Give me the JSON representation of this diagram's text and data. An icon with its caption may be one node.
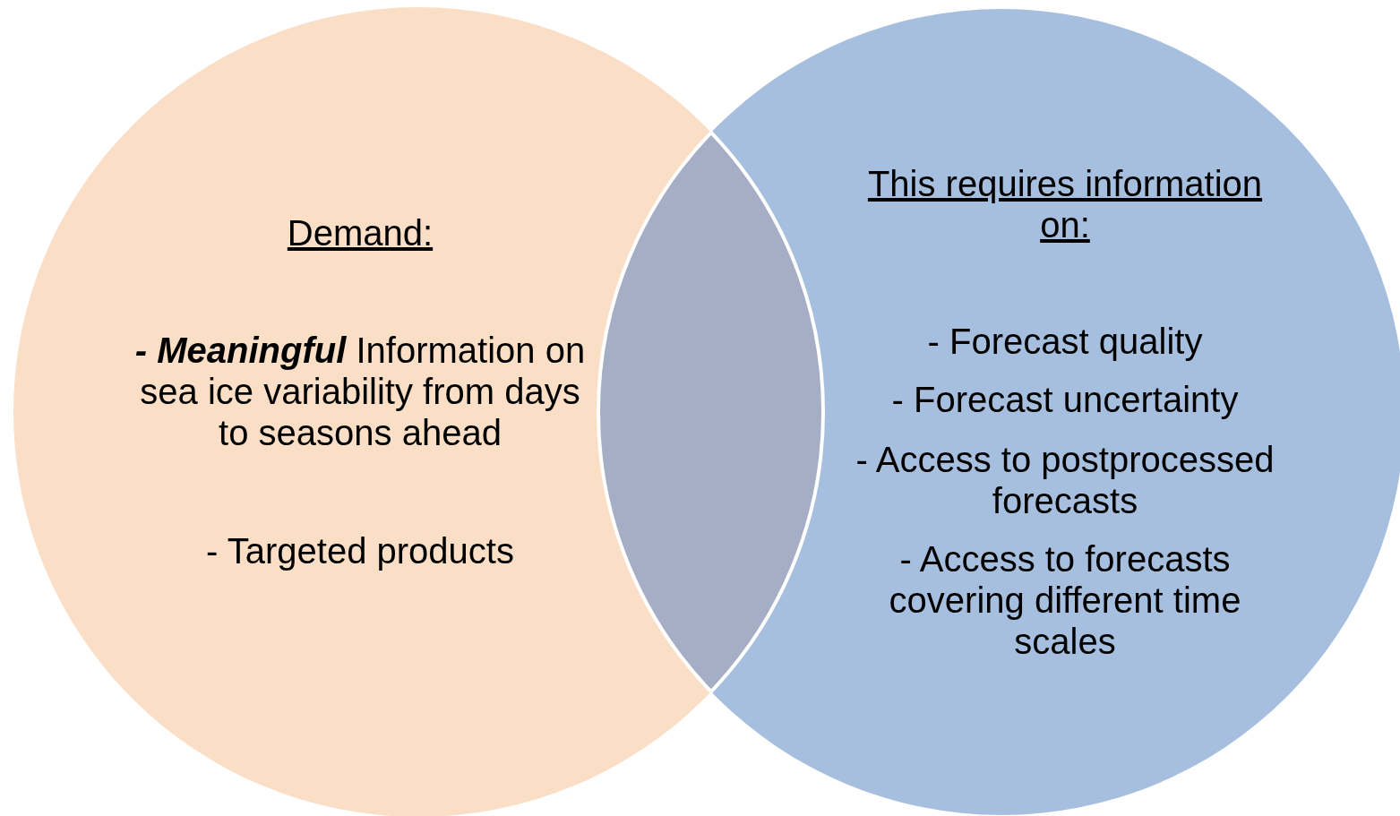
{
  "diagram": {
    "nodes": [
      {
        "text": [
          "Demand:",
          "**- Meaningful** Information on sea ice variability from days to seasons ahead",
          "- Targeted products"
        ]
      },
      {
        "text": [
          "This requires information on:",
          "- Forecast quality",
          "- Forecast uncertainty",
          "- Access to postprocessed forecasts",
          "- Access to forecasts covering different time scales"
        ]
      }
    ],
    "edges": []
  }
}
